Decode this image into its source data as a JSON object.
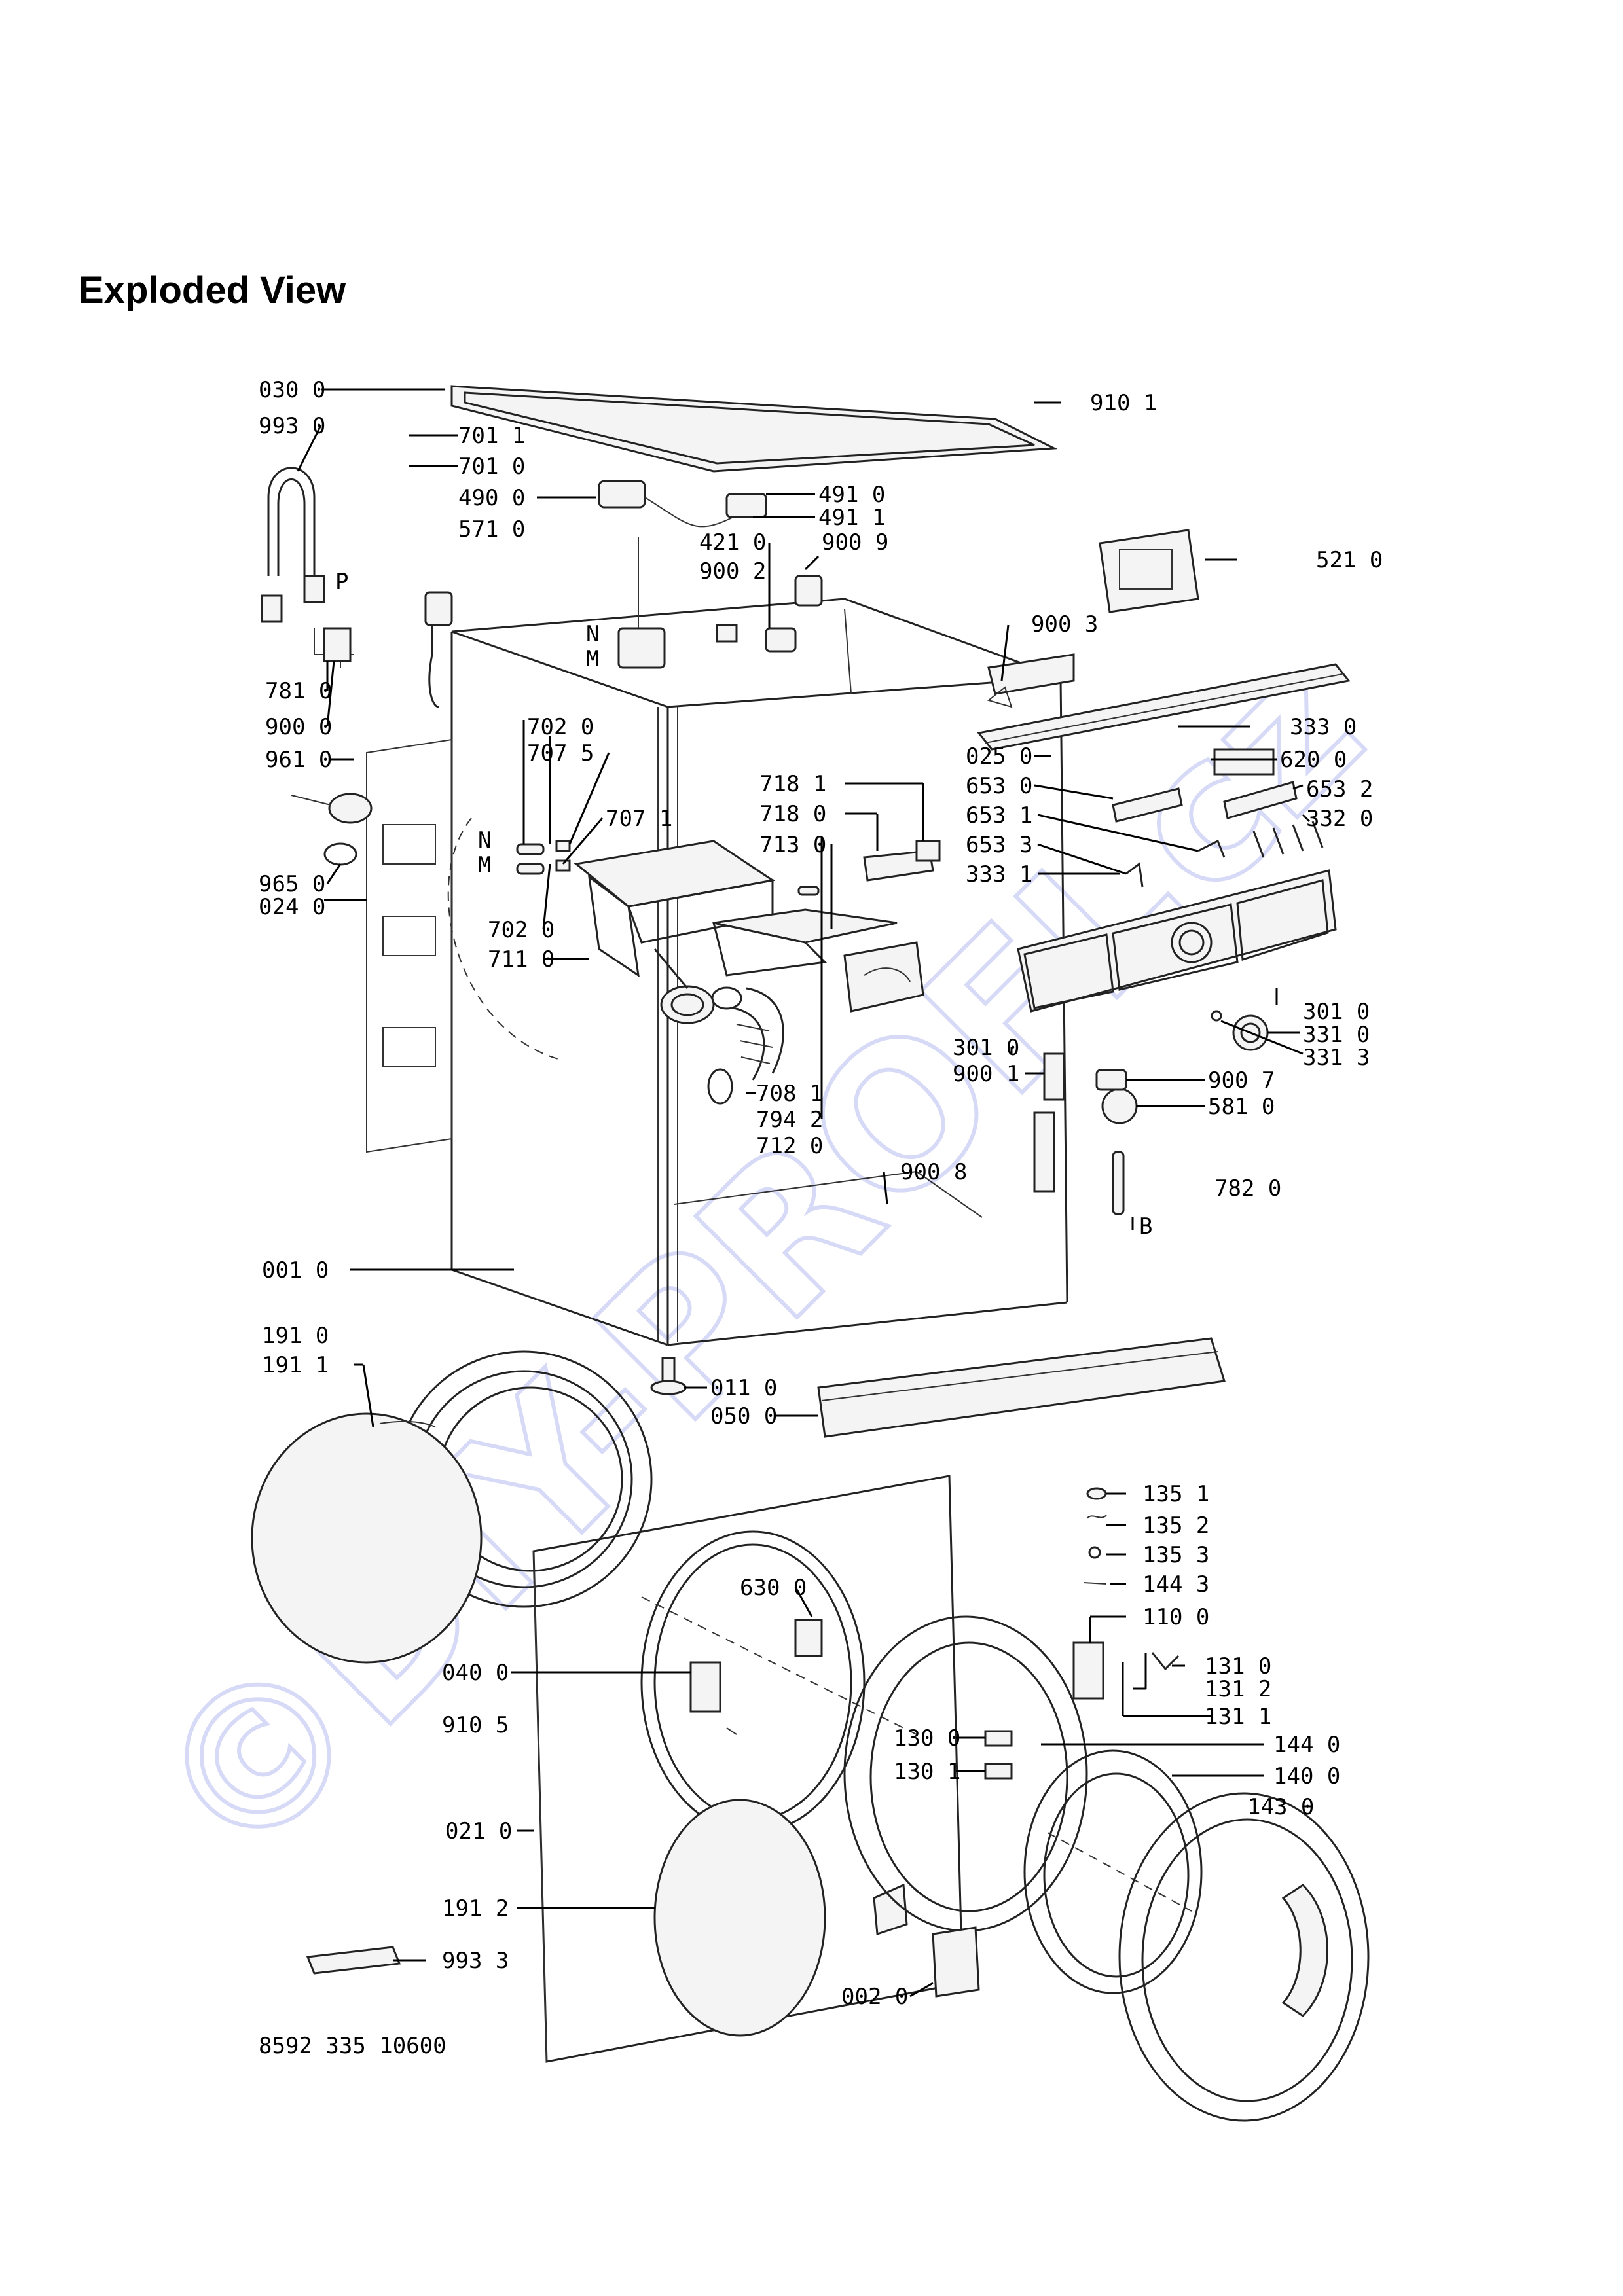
{
  "title": "Exploded View",
  "document_code": "8592 335 10600",
  "watermark": "©DIY-PROFI.cz",
  "letters": {
    "N": "N",
    "M": "M",
    "P": "P",
    "B": "B"
  },
  "labels": {
    "l0300": "030 0",
    "l9930": "993 0",
    "l7011": "701 1",
    "l7010": "701 0",
    "l4900": "490 0",
    "l5710": "571 0",
    "l9101": "910 1",
    "l4910": "491 0",
    "l4911": "491 1",
    "l4210": "421 0",
    "l9002": "900 2",
    "l9009": "900 9",
    "l5210": "521 0",
    "l9003": "900 3",
    "l7810": "781 0",
    "l9000": "900 0",
    "l9610": "961 0",
    "l7020a": "702 0",
    "l7075": "707 5",
    "l7071": "707 1",
    "l7181": "718 1",
    "l7180": "718 0",
    "l7130": "713 0",
    "l3330": "333 0",
    "l0250": "025 0",
    "l6200": "620 0",
    "l6530": "653 0",
    "l6532": "653 2",
    "l6531": "653 1",
    "l3320": "332 0",
    "l6533": "653 3",
    "l3331": "333 1",
    "l9650": "965 0",
    "l0240": "024 0",
    "l7020b": "702 0",
    "l7110": "711 0",
    "l3010a": "301 0",
    "l9001": "900 1",
    "l3010b": "301 0",
    "l3310": "331 0",
    "l3313": "331 3",
    "l9007": "900 7",
    "l5810": "581 0",
    "l7081": "708 1",
    "l7942": "794 2",
    "l7120": "712 0",
    "l9008": "900 8",
    "l7820": "782 0",
    "l0010": "001 0",
    "l1910": "191 0",
    "l1911": "191 1",
    "l0110": "011 0",
    "l0500": "050 0",
    "l1351": "135 1",
    "l1352": "135 2",
    "l1353": "135 3",
    "l1443": "144 3",
    "l1100": "110 0",
    "l6300": "630 0",
    "l0400": "040 0",
    "l1310": "131 0",
    "l1312": "131 2",
    "l1311": "131 1",
    "l9105": "910 5",
    "l1300": "130 0",
    "l1440": "144 0",
    "l1301": "130 1",
    "l1400": "140 0",
    "l1430": "143 0",
    "l0210": "021 0",
    "l1912": "191 2",
    "l9933": "993 3",
    "l0020": "002 0"
  }
}
